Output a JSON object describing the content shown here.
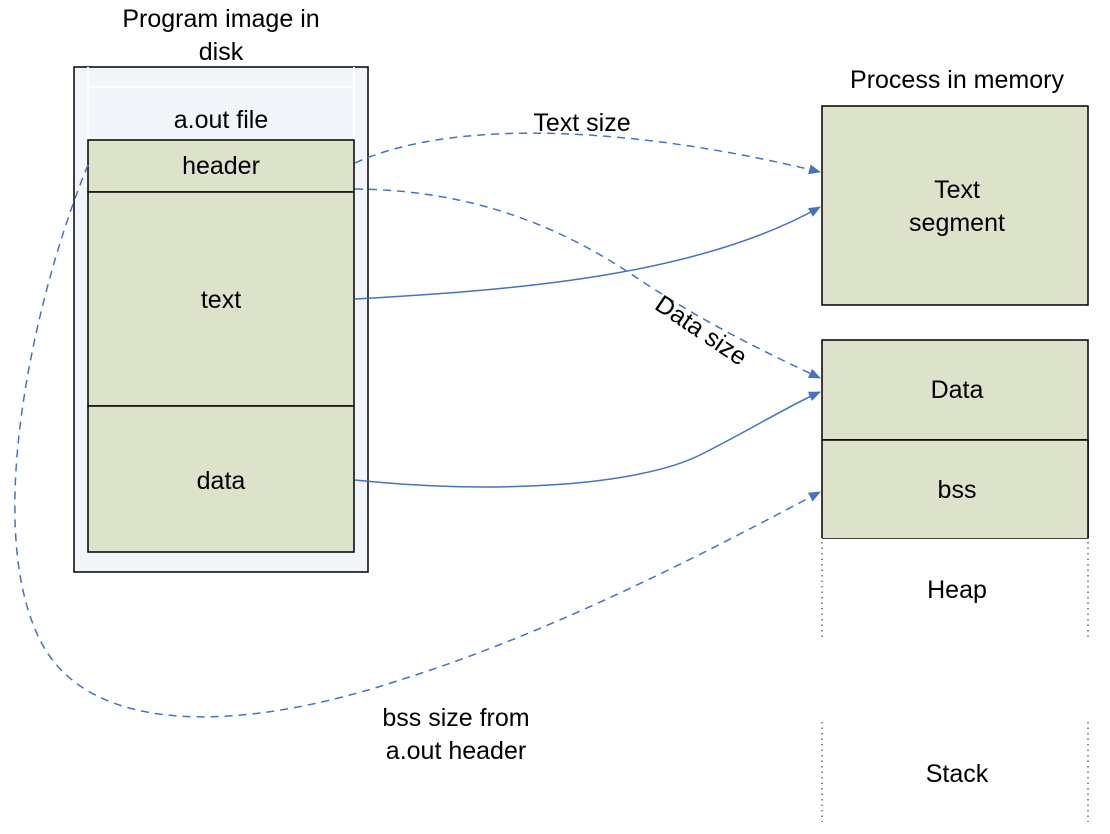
{
  "disk": {
    "title_line1": "Program image in",
    "title_line2": "disk",
    "file_label": "a.out file",
    "sections": {
      "header": "header",
      "text": "text",
      "data": "data"
    }
  },
  "memory": {
    "title": "Process in memory",
    "text_segment_line1": "Text",
    "text_segment_line2": "segment",
    "data": "Data",
    "bss": "bss",
    "heap": "Heap",
    "stack": "Stack"
  },
  "arrows": {
    "text_size": "Text size",
    "data_size": "Data size",
    "bss_size_line1": "bss size from",
    "bss_size_line2": "a.out header"
  },
  "colors": {
    "box_fill": "#dde2cb",
    "file_frame_fill": "#f2f5fa",
    "arrow": "#4472c4"
  }
}
